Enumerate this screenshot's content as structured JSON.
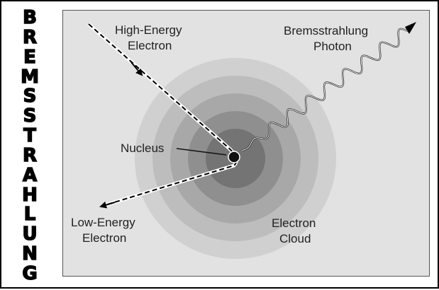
{
  "side_title": [
    "B",
    "R",
    "E",
    "M",
    "S",
    "S",
    "T",
    "R",
    "A",
    "H",
    "L",
    "U",
    "N",
    "G"
  ],
  "labels": {
    "high_energy_line1": "High-Energy",
    "high_energy_line2": "Electron",
    "photon_line1": "Bremsstrahlung",
    "photon_line2": "Photon",
    "nucleus": "Nucleus",
    "low_energy_line1": "Low-Energy",
    "low_energy_line2": "Electron",
    "cloud_line1": "Electron",
    "cloud_line2": "Cloud"
  },
  "colors": {
    "panel_bg": "#e2e2e2",
    "ring1": "#d0d0d0",
    "ring2": "#bdbdbd",
    "ring3": "#a8a8a8",
    "ring4": "#8f8f8f",
    "ring5": "#747474",
    "nucleus": "#111111"
  }
}
